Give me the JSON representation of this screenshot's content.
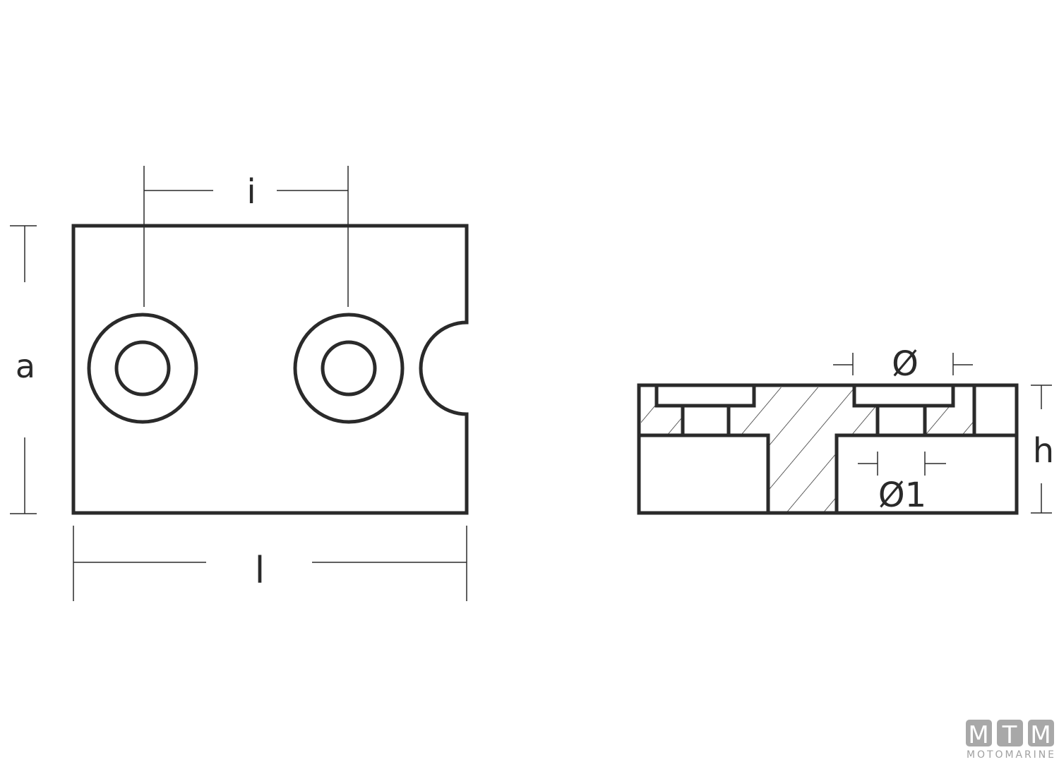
{
  "labels": {
    "spacing": "i",
    "width": "a",
    "length": "l",
    "diameter": "Ø",
    "diameter_1": "Ø1",
    "height": "h"
  },
  "logo": {
    "letters": [
      "M",
      "T",
      "M"
    ],
    "name": "MOTOMARINE"
  },
  "colors": {
    "line": "#2a2a2a",
    "logo": "#a8a8a8"
  }
}
